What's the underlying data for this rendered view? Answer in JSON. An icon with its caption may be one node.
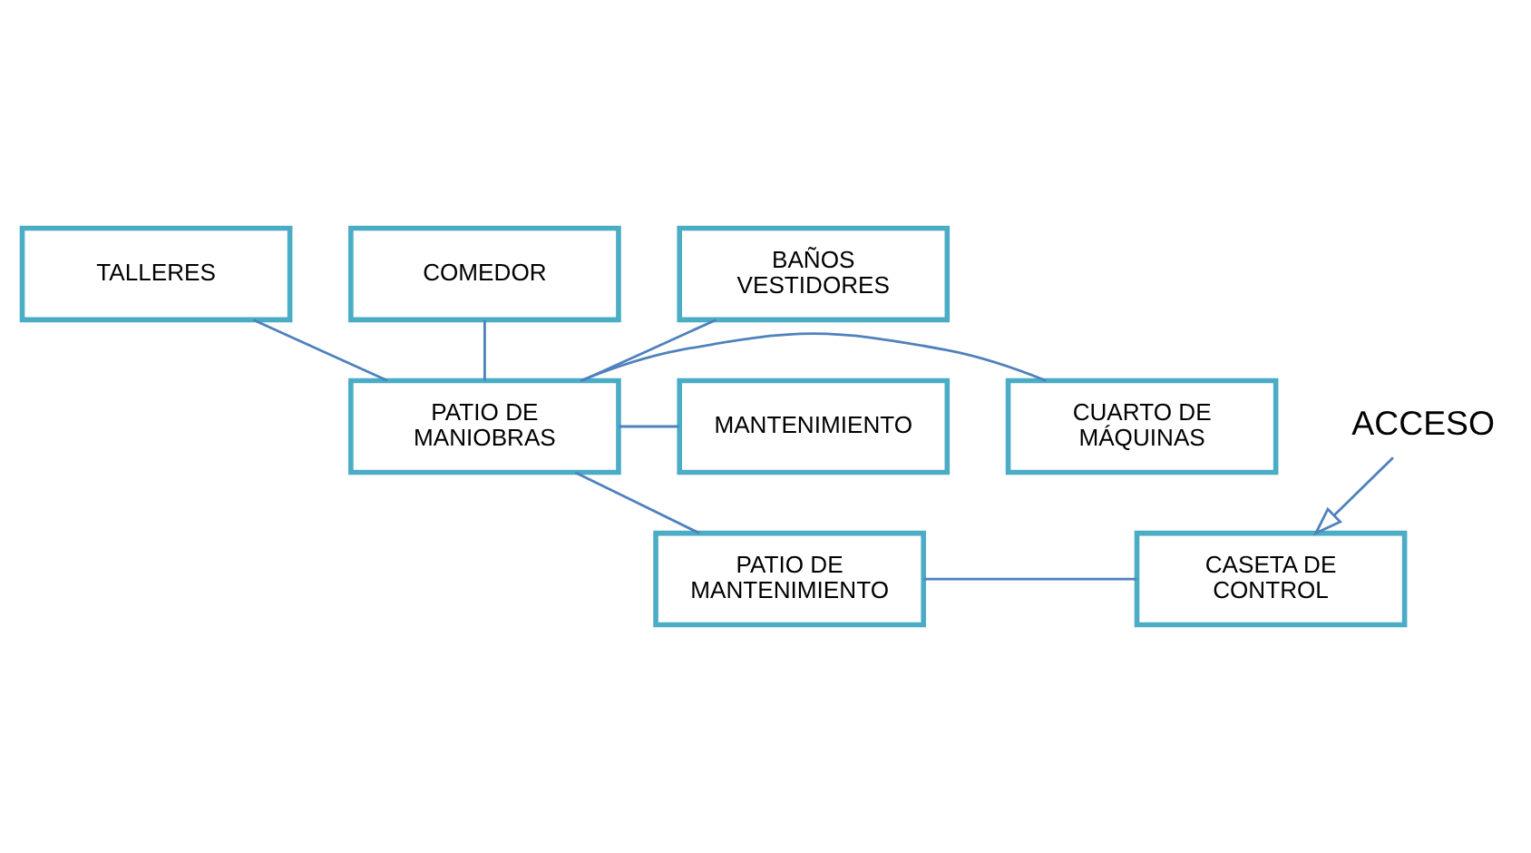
{
  "diagram": {
    "nodes": [
      {
        "text": [
          "TALLERES"
        ]
      },
      {
        "text": [
          "COMEDOR"
        ]
      },
      {
        "text": [
          "BAÑOS VESTIDORES"
        ]
      },
      {
        "text": [
          "PATIO DE MANIOBRAS"
        ]
      },
      {
        "text": [
          "MANTENIMIENTO"
        ]
      },
      {
        "text": [
          "CUARTO DE MÁQUINAS"
        ]
      },
      {
        "text": [
          "PATIO DE MANTENIMIENTO"
        ]
      },
      {
        "text": [
          "CASETA DE CONTROL"
        ]
      },
      {
        "text": [
          "ACCESO"
        ]
      }
    ],
    "edges": [
      {
        "from": 0,
        "to": 3,
        "arrow": "none"
      },
      {
        "from": 1,
        "to": 3,
        "arrow": "none"
      },
      {
        "from": 2,
        "to": 3,
        "arrow": "none"
      },
      {
        "from": 4,
        "to": 3,
        "arrow": "none"
      },
      {
        "from": 3,
        "to": 5,
        "arrow": "none"
      },
      {
        "from": 3,
        "to": 6,
        "arrow": "none"
      },
      {
        "from": 6,
        "to": 7,
        "arrow": "none"
      },
      {
        "from": 8,
        "to": 7,
        "arrow": "to"
      }
    ]
  }
}
